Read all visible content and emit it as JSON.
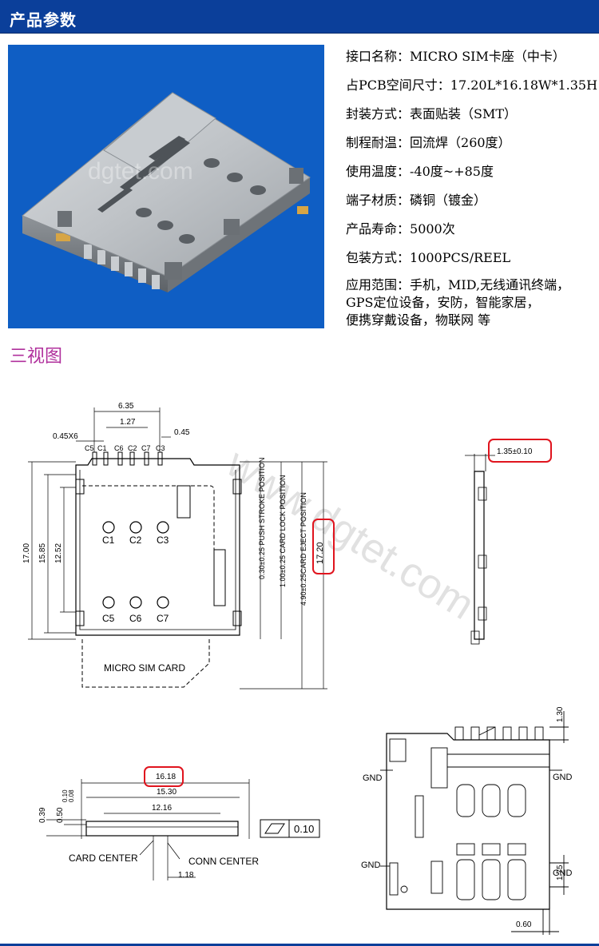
{
  "header": {
    "title": "产品参数"
  },
  "photo": {
    "watermark": "dgtet.com"
  },
  "specs": [
    {
      "label": "接口名称：",
      "value": "MICRO SIM卡座（中卡）"
    },
    {
      "label": "占PCB空间尺寸：",
      "value": "17.20L*16.18W*1.35H"
    },
    {
      "label": "封装方式：",
      "value": "表面贴装（SMT）"
    },
    {
      "label": "制程耐温：",
      "value": "回流焊（260度）"
    },
    {
      "label": "使用温度：",
      "value": "-40度~+85度"
    },
    {
      "label": "端子材质：",
      "value": "磷铜（镀金）"
    },
    {
      "label": "产品寿命：",
      "value": "5000次"
    },
    {
      "label": "包装方式：",
      "value": "1000PCS/REEL"
    }
  ],
  "application": {
    "label": "应用范围：",
    "line1": "手机，MID,无线通讯终端，",
    "line2": "GPS定位设备，安防，智能家居，",
    "line3": "便携穿戴设备，物联网 等"
  },
  "section": {
    "title": "三视图"
  },
  "drawing": {
    "watermark": "www.dgtet.com",
    "top_view": {
      "dims": {
        "pitch_total": "6.35",
        "pitch": "1.27",
        "pad_w": "0.45X6",
        "pad_gap": "0.45",
        "h_total": "17.00",
        "h_inner": "15.85",
        "h_contacts": "12.52",
        "h_overall": "17.20"
      },
      "contacts": [
        "C5",
        "C1",
        "C6",
        "C2",
        "C7",
        "C3"
      ],
      "card_contacts_top": [
        "C1",
        "C2",
        "C3"
      ],
      "card_contacts_bottom": [
        "C5",
        "C6",
        "C7"
      ],
      "positions": [
        "0.30±0.25 PUSH STROKE POSITION",
        "1.00±0.25 CARD LOCK POSITION",
        "4.90±0.25CARD EJECT POSITION"
      ],
      "card_label": "MICRO SIM CARD"
    },
    "side_view": {
      "height": "1.35±0.10"
    },
    "front_view": {
      "dims": {
        "w_total": "16.18",
        "w_body": "15.30",
        "w_inner": "12.16",
        "h1": "0.39",
        "h2": "0.50",
        "h3": "0.10",
        "h4": "0.08",
        "offset": "1.18"
      },
      "flatness": "0.10",
      "card_center": "CARD CENTER",
      "conn_center": "CONN CENTER"
    },
    "bottom_view": {
      "dims": {
        "top": "1.30",
        "side": "1.75",
        "bottom": "0.60"
      },
      "gnd": "GND"
    }
  },
  "colors": {
    "header_bg": "#0b3f9a",
    "photo_bg": "#0f5ec4",
    "section_title": "#b0309c",
    "highlight": "#e0141e"
  }
}
